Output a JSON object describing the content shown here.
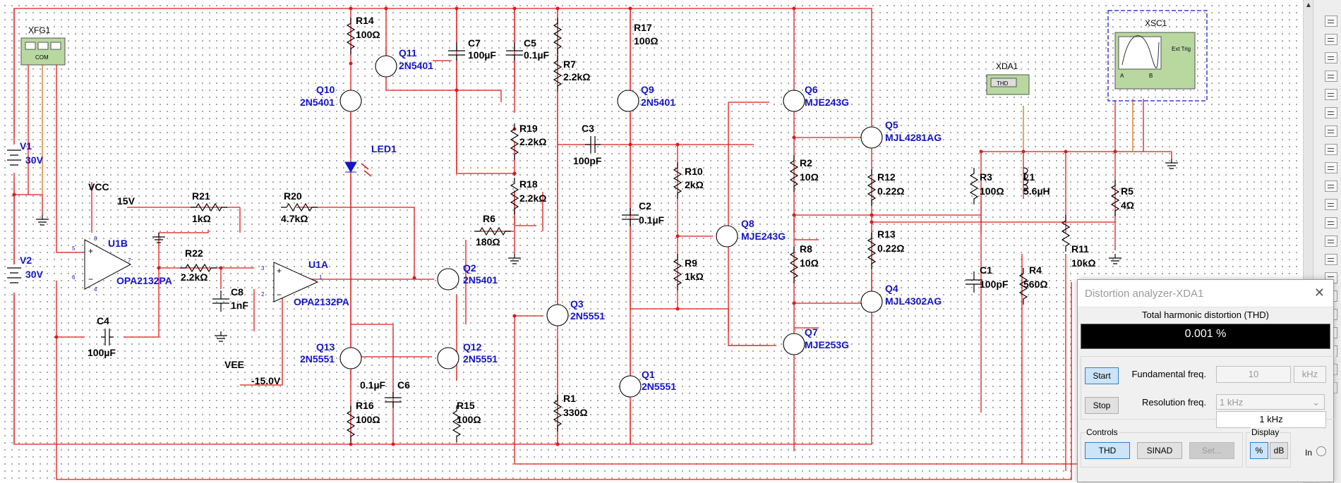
{
  "components": {
    "xfg1": "XFG1",
    "xsc1": "XSC1",
    "xda1": "XDA1",
    "xda1_icon_label": "THD",
    "xfg1_com": "COM",
    "xsc1_ext_trig": "Ext Trig",
    "xsc1_a": "A",
    "xsc1_b": "B",
    "v1": {
      "name": "V1",
      "value": "30V"
    },
    "v2": {
      "name": "V2",
      "value": "30V"
    },
    "vcc": {
      "name": "VCC",
      "value": "15V"
    },
    "vee": {
      "name": "VEE",
      "value": "-15.0V"
    },
    "u1b": {
      "name": "U1B",
      "value": "OPA2132PA"
    },
    "u1a": {
      "name": "U1A",
      "value": "OPA2132PA"
    },
    "r21": {
      "name": "R21",
      "value": "1kΩ"
    },
    "r20": {
      "name": "R20",
      "value": "4.7kΩ"
    },
    "r22": {
      "name": "R22",
      "value": "2.2kΩ"
    },
    "c8": {
      "name": "C8",
      "value": "1nF"
    },
    "c4": {
      "name": "C4",
      "value": "100µF"
    },
    "r14": {
      "name": "R14",
      "value": "100Ω"
    },
    "q11": {
      "name": "Q11",
      "value": "2N5401"
    },
    "q10": {
      "name": "Q10",
      "value": "2N5401"
    },
    "led1": {
      "name": "LED1"
    },
    "c7": {
      "name": "C7",
      "value": "100µF"
    },
    "c5": {
      "name": "C5",
      "value": "0.1µF"
    },
    "r7": {
      "name": "R7",
      "value": "2.2kΩ"
    },
    "r17": {
      "name": "R17",
      "value": "100Ω"
    },
    "q9": {
      "name": "Q9",
      "value": "2N5401"
    },
    "r19": {
      "name": "R19",
      "value": "2.2kΩ"
    },
    "c3": {
      "name": "C3",
      "value": "100pF"
    },
    "r18": {
      "name": "R18",
      "value": "2.2kΩ"
    },
    "r6": {
      "name": "R6",
      "value": "180Ω"
    },
    "q2": {
      "name": "Q2",
      "value": "2N5401"
    },
    "q13": {
      "name": "Q13",
      "value": "2N5551"
    },
    "q12": {
      "name": "Q12",
      "value": "2N5551"
    },
    "c6": {
      "name": "C6",
      "value": "0.1µF"
    },
    "r16": {
      "name": "R16",
      "value": "100Ω"
    },
    "r15": {
      "name": "R15",
      "value": "100Ω"
    },
    "q3": {
      "name": "Q3",
      "value": "2N5551"
    },
    "r1": {
      "name": "R1",
      "value": "330Ω"
    },
    "q1": {
      "name": "Q1",
      "value": "2N5551"
    },
    "r10": {
      "name": "R10",
      "value": "2kΩ"
    },
    "c2": {
      "name": "C2",
      "value": "0.1µF"
    },
    "r9": {
      "name": "R9",
      "value": "1kΩ"
    },
    "q8": {
      "name": "Q8",
      "value": "MJE243G"
    },
    "q6": {
      "name": "Q6",
      "value": "MJE243G"
    },
    "q5": {
      "name": "Q5",
      "value": "MJL4281AG"
    },
    "r2": {
      "name": "R2",
      "value": "10Ω"
    },
    "r12": {
      "name": "R12",
      "value": "0.22Ω"
    },
    "r8": {
      "name": "R8",
      "value": "10Ω"
    },
    "r13": {
      "name": "R13",
      "value": "0.22Ω"
    },
    "q4": {
      "name": "Q4",
      "value": "MJL4302AG"
    },
    "q7": {
      "name": "Q7",
      "value": "MJE253G"
    },
    "r3": {
      "name": "R3",
      "value": "100Ω"
    },
    "l1": {
      "name": "L1",
      "value": "5.6µH"
    },
    "c1": {
      "name": "C1",
      "value": "100pF"
    },
    "r4": {
      "name": "R4",
      "value": "560Ω"
    },
    "r11": {
      "name": "R11",
      "value": "10kΩ"
    },
    "r5": {
      "name": "R5",
      "value": "4Ω"
    }
  },
  "pins": {
    "p5": "5",
    "p6": "6",
    "p7": "7",
    "p8": "8",
    "p4": "4",
    "p3": "3",
    "p2": "2",
    "p1": "1"
  },
  "analyzer": {
    "title": "Distortion analyzer-XDA1",
    "close_glyph": "✕",
    "thd_heading": "Total harmonic distortion (THD)",
    "thd_value": "0.001 %",
    "start_label": "Start",
    "stop_label": "Stop",
    "fundamental_label": "Fundamental freq.",
    "fundamental_value": "10",
    "fundamental_unit": "kHz",
    "resolution_label": "Resolution freq.",
    "resolution_value": "1 kHz",
    "resolution_display": "1 kHz",
    "controls_label": "Controls",
    "thd_button": "THD",
    "sinad_button": "SINAD",
    "set_button": "Set...",
    "display_label": "Display",
    "percent_button": "%",
    "db_button": "dB",
    "in_label": "In"
  },
  "colors": {
    "wire": "#e01818",
    "component_label": "#1414c8",
    "instrument_border": "#3838d8",
    "thd_display_bg": "#000000"
  }
}
